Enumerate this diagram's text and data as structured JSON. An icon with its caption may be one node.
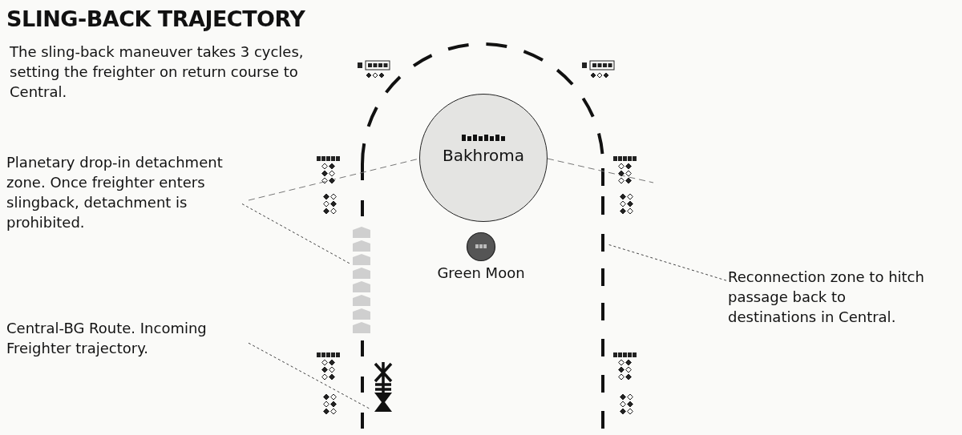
{
  "diagram": {
    "title": "SLING-BACK TRAJECTORY",
    "nodes": [
      {
        "text": [
          "Bakhroma"
        ]
      },
      {
        "text": [
          "Green Moon"
        ]
      },
      {
        "text": [
          "Planetary drop-in detachment zone. Once freighter enters slingback, detachment is prohibited."
        ]
      },
      {
        "text": [],
        "shape": "bar"
      },
      {
        "text": [
          "Central-BG Route. Incoming Freighter trajectory."
        ]
      },
      {
        "text": [],
        "shape": "picture"
      },
      {
        "text": [
          "Reconnection zone to hitch passage back to destinations in Central."
        ]
      }
    ],
    "edges": [
      {
        "from": 2,
        "to": 3,
        "arrow": "none",
        "style": "dashed"
      },
      {
        "from": 4,
        "to": 5,
        "arrow": "none",
        "style": "dashed"
      },
      {
        "from": 6,
        "to": null,
        "arrow": "none",
        "style": "dashed"
      }
    ],
    "labels": [
      "The sling-back maneuver takes 3 cycles, setting the freighter on return course to Central."
    ]
  }
}
